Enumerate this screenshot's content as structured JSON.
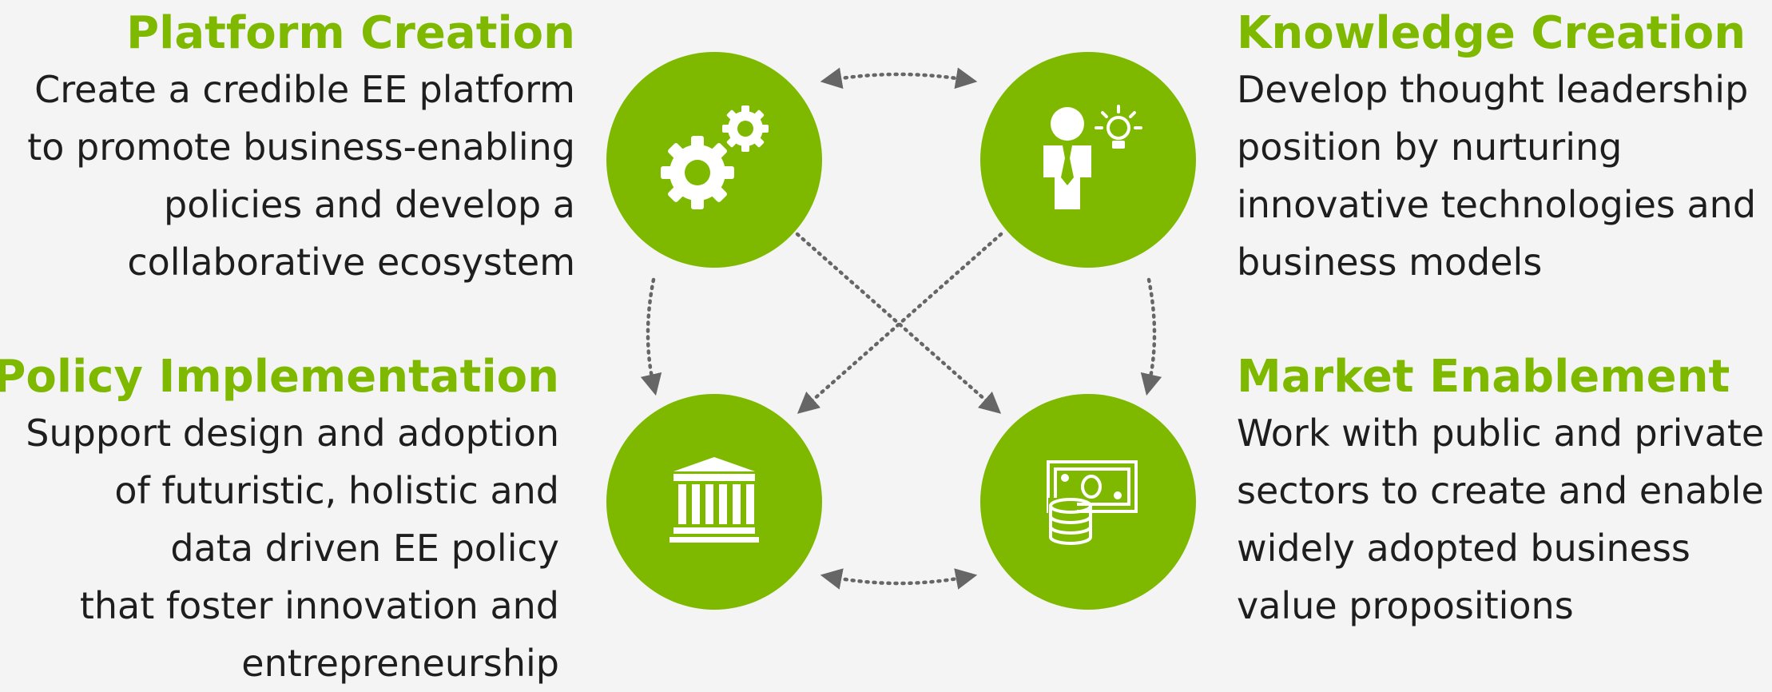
{
  "colors": {
    "accent": "#7eb900",
    "arrow": "#666666",
    "text": "#1e1e1e",
    "background": "#f4f4f4"
  },
  "platform_creation": {
    "title": "Platform Creation",
    "lines": [
      "Create a credible EE platform",
      "to promote business-enabling",
      "policies and develop a",
      "collaborative ecosystem"
    ],
    "icon": "gears-icon"
  },
  "knowledge_creation": {
    "title": "Knowledge Creation",
    "lines": [
      "Develop thought leadership",
      "position by nurturing",
      "innovative technologies and",
      "business models"
    ],
    "icon": "person-lightbulb-icon"
  },
  "policy_implementation": {
    "title": "Policy Implementation",
    "lines": [
      "Support design and adoption",
      "of futuristic, holistic and",
      "data driven EE policy",
      "that foster innovation and",
      "entrepreneurship"
    ],
    "icon": "government-building-icon"
  },
  "market_enablement": {
    "title": "Market Enablement",
    "lines": [
      "Work with public and private",
      "sectors to create and enable",
      "widely adopted business",
      "value propositions"
    ],
    "icon": "money-coins-icon"
  }
}
